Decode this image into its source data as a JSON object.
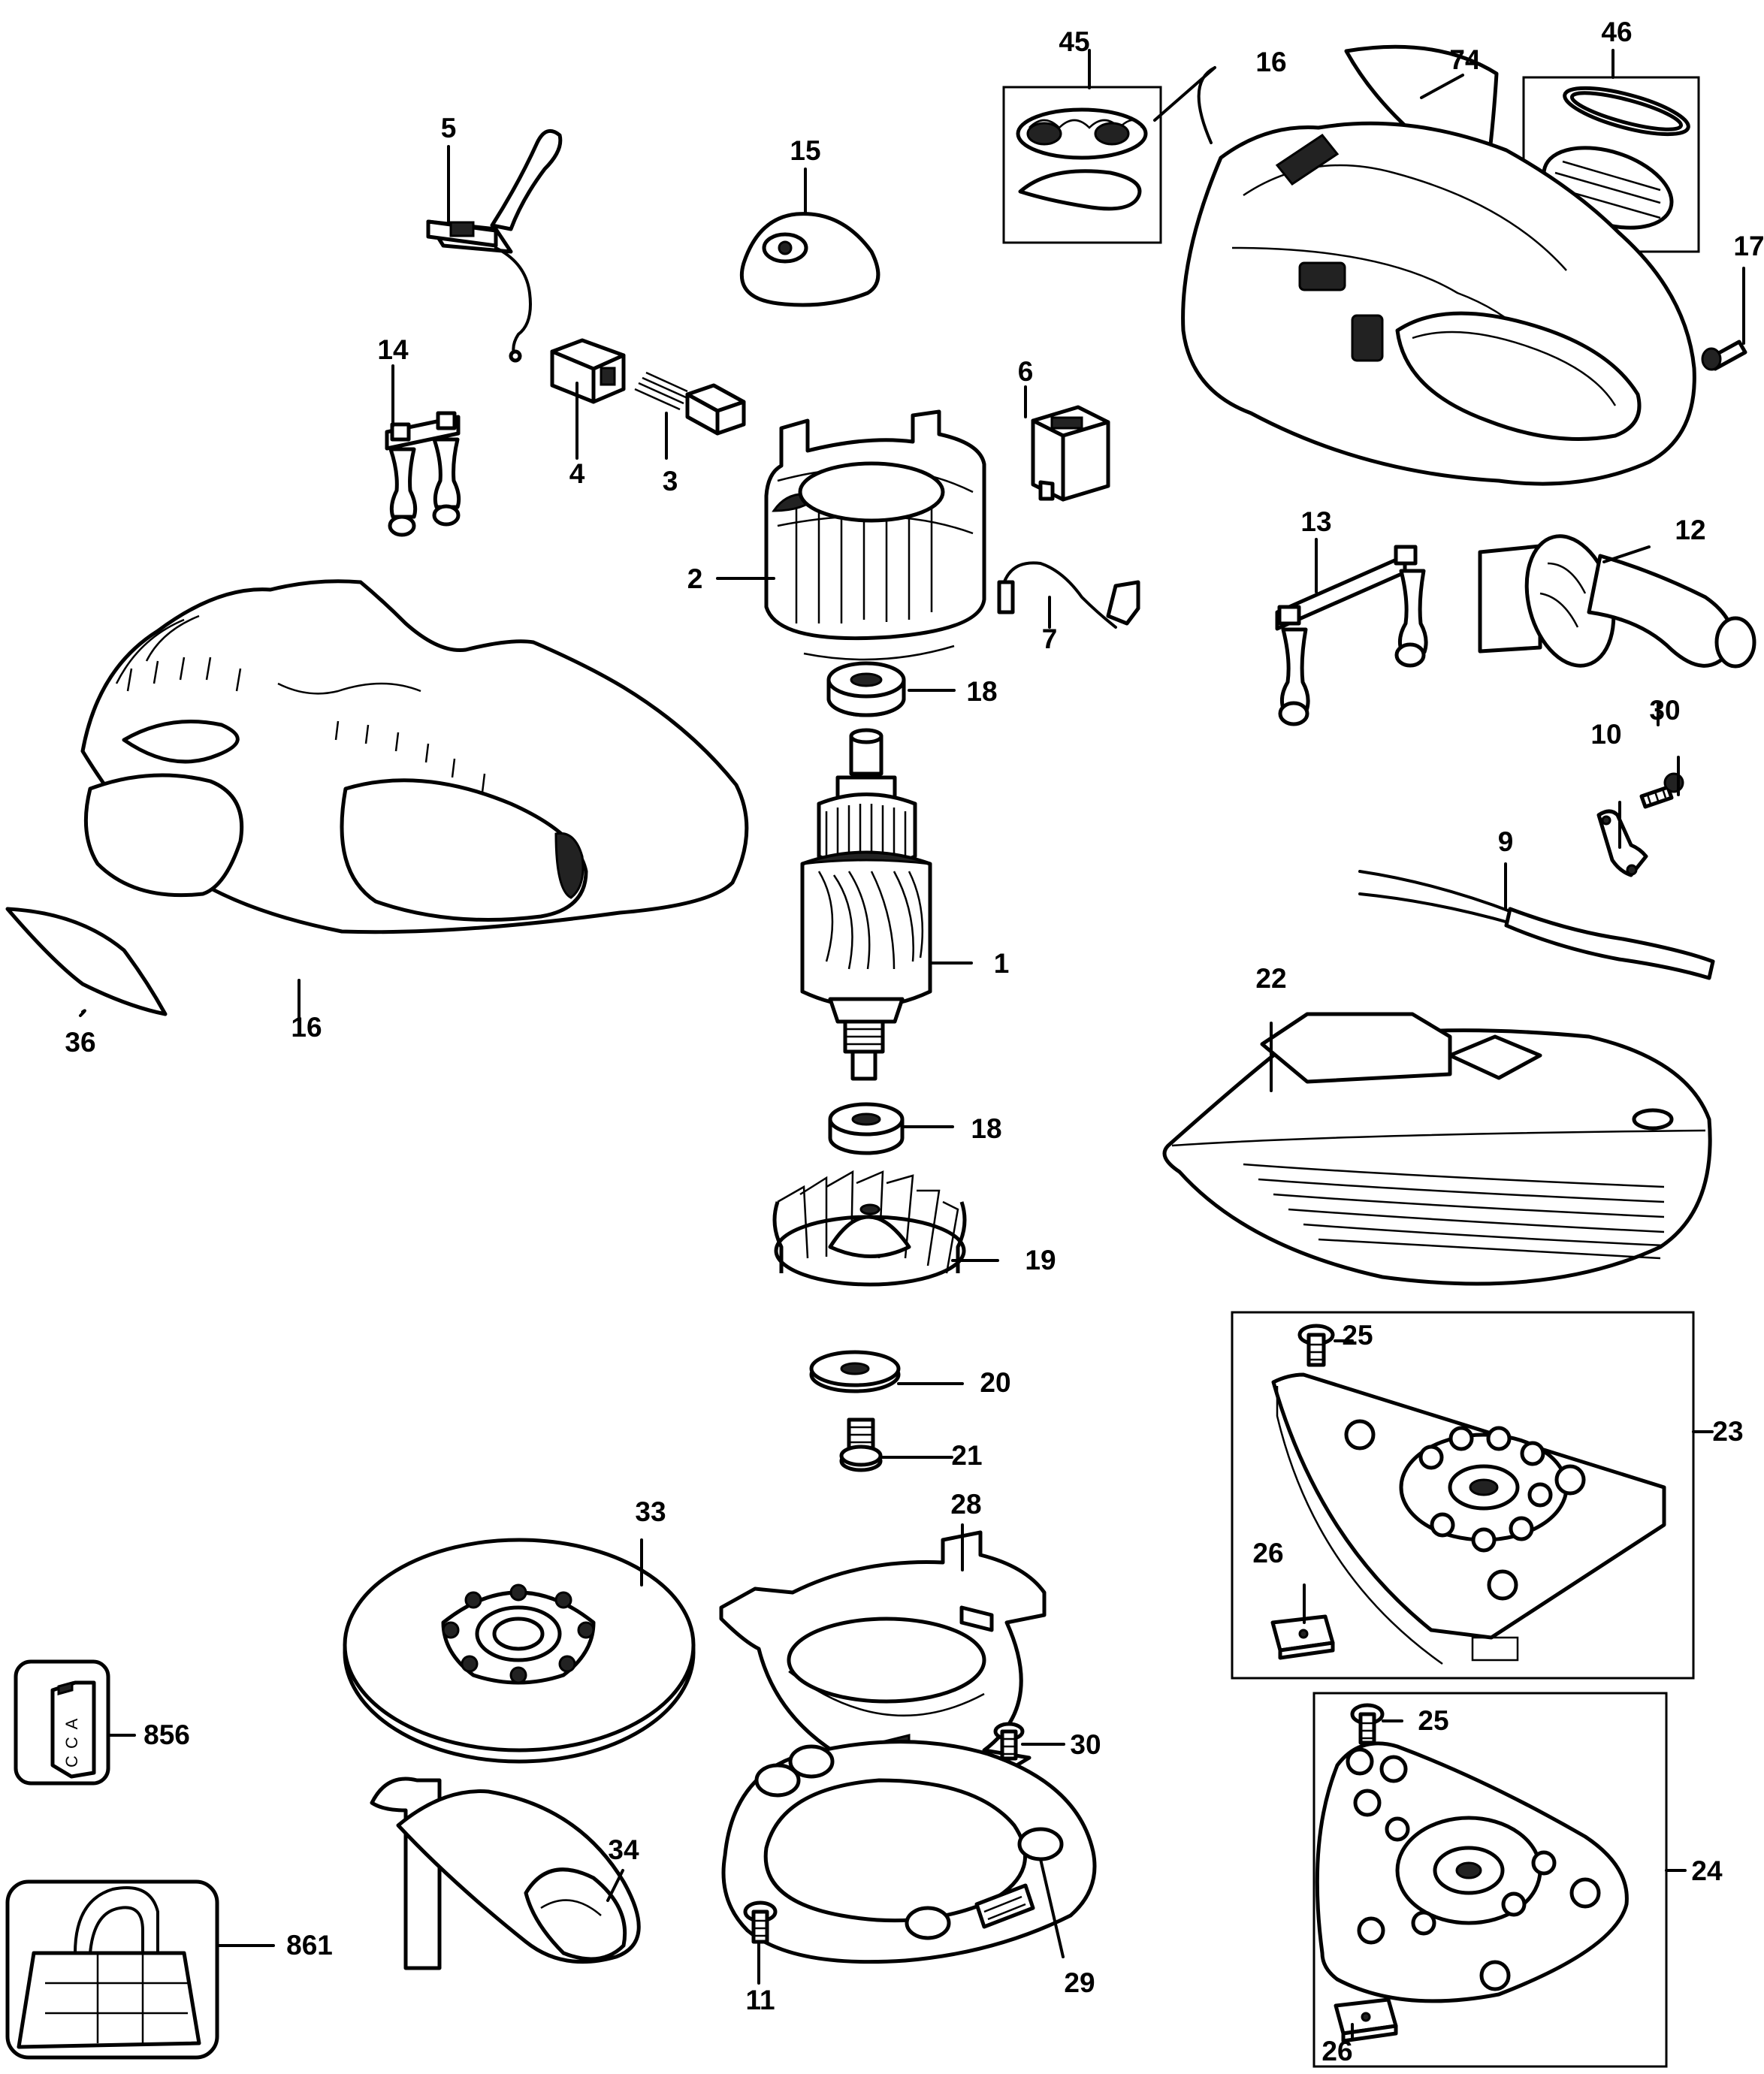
{
  "labels": {
    "p1": "1",
    "p2": "2",
    "p3": "3",
    "p4": "4",
    "p5": "5",
    "p6": "6",
    "p7": "7",
    "p9": "9",
    "p10": "10",
    "p11": "11",
    "p12": "12",
    "p13": "13",
    "p14": "14",
    "p15": "15",
    "p16a": "16",
    "p16b": "16",
    "p17": "17",
    "p18a": "18",
    "p18b": "18",
    "p19": "19",
    "p20": "20",
    "p21": "21",
    "p22": "22",
    "p23": "23",
    "p24": "24",
    "p25a": "25",
    "p25b": "25",
    "p26a": "26",
    "p26b": "26",
    "p28": "28",
    "p29": "29",
    "p30a": "30",
    "p30b": "30",
    "p33": "33",
    "p34": "34",
    "p36": "36",
    "p45": "45",
    "p46": "46",
    "p74": "74",
    "p856": "856",
    "p861": "861"
  },
  "case_letters": [
    "A",
    "C",
    "C"
  ]
}
